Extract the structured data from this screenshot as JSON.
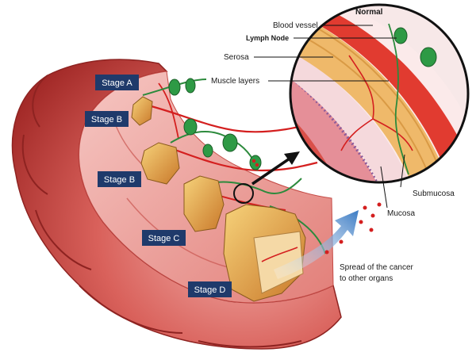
{
  "stages": {
    "a": "Stage A",
    "b1": "Stage B",
    "b2": "Stage B",
    "c": "Stage C",
    "d": "Stage D"
  },
  "labels": {
    "normal": "Normal",
    "blood_vessel": "Blood vessel",
    "lymph_node": "Lymph Node",
    "serosa": "Serosa",
    "muscle_layers": "Muscle layers",
    "submucosa": "Submucosa",
    "mucosa": "Mucosa",
    "spread_line1": "Spread of the cancer",
    "spread_line2": "to other organs"
  },
  "colors": {
    "stage_box": "#1f3a6b",
    "colon_outer": "#b5322f",
    "colon_inner": "#e88a86",
    "tumor": "#e2a24a",
    "vessel": "#d41f1f",
    "lymph": "#2c8a3c",
    "spread_arrow": "#3a7bc4"
  }
}
